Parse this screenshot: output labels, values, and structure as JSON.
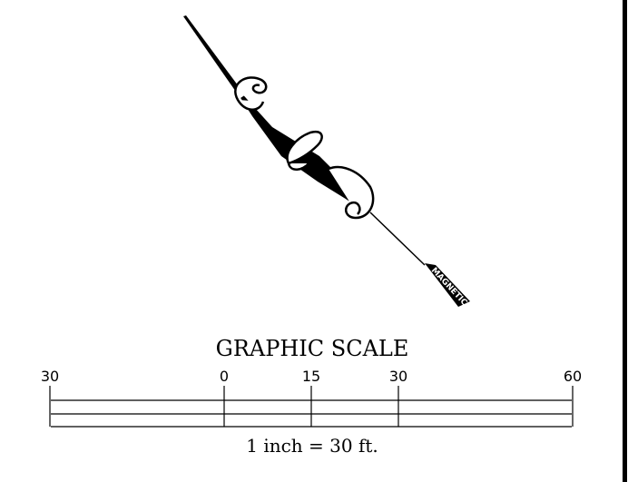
{
  "north_arrow": {
    "label": "MAGNETIC",
    "icon": "north-arrow-icon"
  },
  "scale": {
    "title": "GRAPHIC SCALE",
    "ticks": [
      {
        "label": "30",
        "feet": -30
      },
      {
        "label": "0",
        "feet": 0
      },
      {
        "label": "15",
        "feet": 15
      },
      {
        "label": "30",
        "feet": 30
      },
      {
        "label": "60",
        "feet": 60
      }
    ],
    "ratio": "1 inch = 30 ft."
  },
  "colors": {
    "ink": "#000000",
    "paper": "#ffffff"
  }
}
